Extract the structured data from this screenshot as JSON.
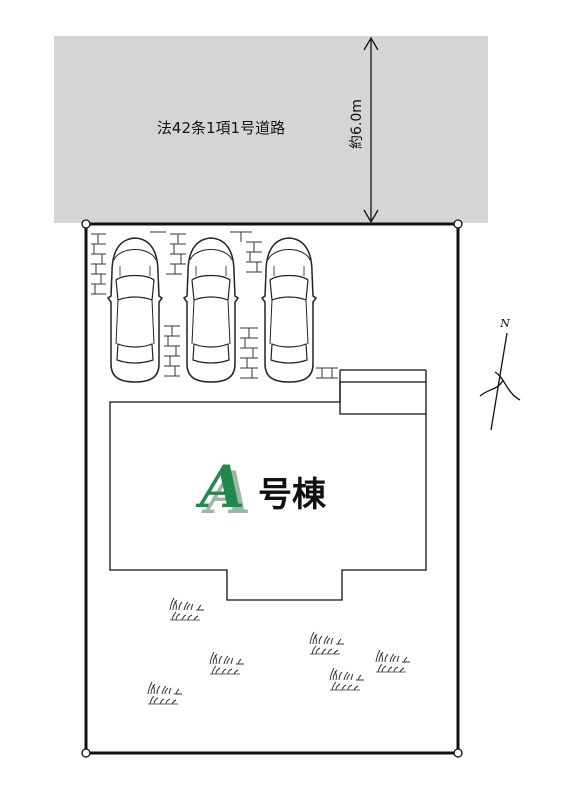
{
  "road": {
    "label": "法42条1項1号道路",
    "width_label": "約6.0m",
    "fill_color": "#d4d6d6"
  },
  "building": {
    "letter": "A",
    "suffix": "号棟",
    "letter_color": "#1f8a4c",
    "letter_shadow_color": "#9fb5a6"
  },
  "compass": {
    "label": "N"
  },
  "parking": {
    "car_count": 3,
    "car_icon": "car-top-view-icon",
    "wall_icon": "brick-wall-icon"
  },
  "landscape": {
    "plant_icon": "grass-tuft-icon",
    "clump_count": 6
  }
}
